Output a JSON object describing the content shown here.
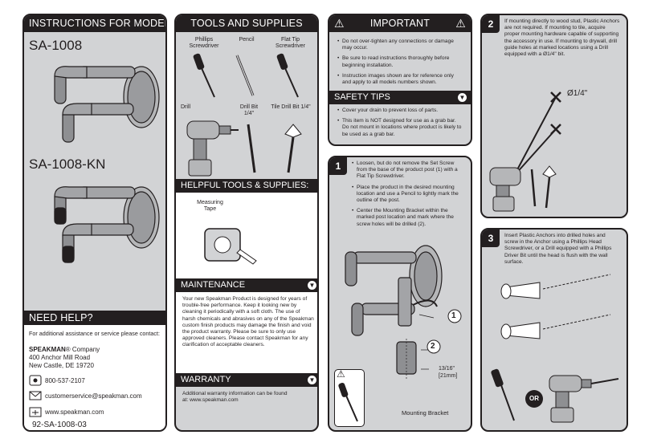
{
  "models_panel": {
    "header": "INSTRUCTIONS FOR MODELS",
    "model1": "SA-1008",
    "model2": "SA-1008-KN",
    "help_header": "NEED HELP?",
    "help_text": "For additional assistance or service please contact:",
    "brand": "SPEAKMAN",
    "brand_suffix": "® Company",
    "address1": "400 Anchor Mill Road",
    "address2": "New Castle, DE 19720",
    "phone": "800-537-2107",
    "email": "customerservice@speakman.com",
    "web": "www.speakman.com",
    "doc_number": "92-SA-1008-03"
  },
  "tools_panel": {
    "header": "TOOLS AND SUPPLIES",
    "tools": [
      {
        "label": "Phillips Screwdriver"
      },
      {
        "label": "Pencil"
      },
      {
        "label": "Flat Tip Screwdriver"
      },
      {
        "label": "Drill"
      },
      {
        "label": "Drill Bit 1/4\""
      },
      {
        "label": "Tile Drill Bit 1/4\""
      }
    ],
    "helpful_header": "HELPFUL TOOLS & SUPPLIES:",
    "measuring_tape": "Measuring Tape",
    "maintenance_header": "MAINTENANCE",
    "maintenance_text": "Your new Speakman Product is designed for years of trouble-free performance. Keep it looking new by cleaning it periodically with a soft cloth. The use of harsh chemicals and abrasives on any of the Speakman custom finish products may damage the finish and void the product warranty. Please be sure to only use approved cleaners. Please contact Speakman for any clarification of acceptable cleaners.",
    "warranty_header": "WARRANTY",
    "warranty_text": "Additional warranty information can be found at: www.speakman.com"
  },
  "important_panel": {
    "header": "IMPORTANT",
    "bullets": [
      "Do not over-tighten any connections or damage may occur.",
      "Be sure to read instructions thoroughly before beginning installation.",
      "Instruction images shown are for reference only and apply to all models numbers shown."
    ],
    "safety_header": "SAFETY TIPS",
    "safety_bullets": [
      "Cover your drain to prevent loss of parts.",
      "This item is NOT designed for use as a grab bar. Do not mount in locations where product is likely to be used as a grab bar."
    ]
  },
  "step1": {
    "number": "1",
    "bullets": [
      "Loosen, but do not remove the Set Screw from the base of the product post (1) with a Flat Tip Screwdriver.",
      "Place the product in the desired mounting location and use a Pencil to lightly mark the outline of the post.",
      "Center the Mounting Bracket within the marked post location and mark where the screw holes will be drilled (2)."
    ],
    "callout1": "1",
    "callout2": "2",
    "dimension_in": "13/16\"",
    "dimension_mm": "[21mm]",
    "bracket_label": "Mounting Bracket"
  },
  "step2": {
    "number": "2",
    "text": "If mounting directly to wood stud, Plastic Anchors are not required. If mounting to tile, acquire proper mounting hardware capable of supporting the accessory in use. If mounting to drywall, drill guide holes at marked locations using a Drill equipped with a Ø1/4\" bit.",
    "hole_label": "Ø1/4\""
  },
  "step3": {
    "number": "3",
    "text": "Insert Plastic Anchors into drilled holes and screw in the Anchor using a Phillips Head Screwdriver, or a Drill equipped with a Phillips Driver Bit until the head is flush with the wall surface.",
    "or_label": "OR"
  },
  "colors": {
    "panel_bg": "#d2d3d5",
    "ink": "#231f20"
  }
}
